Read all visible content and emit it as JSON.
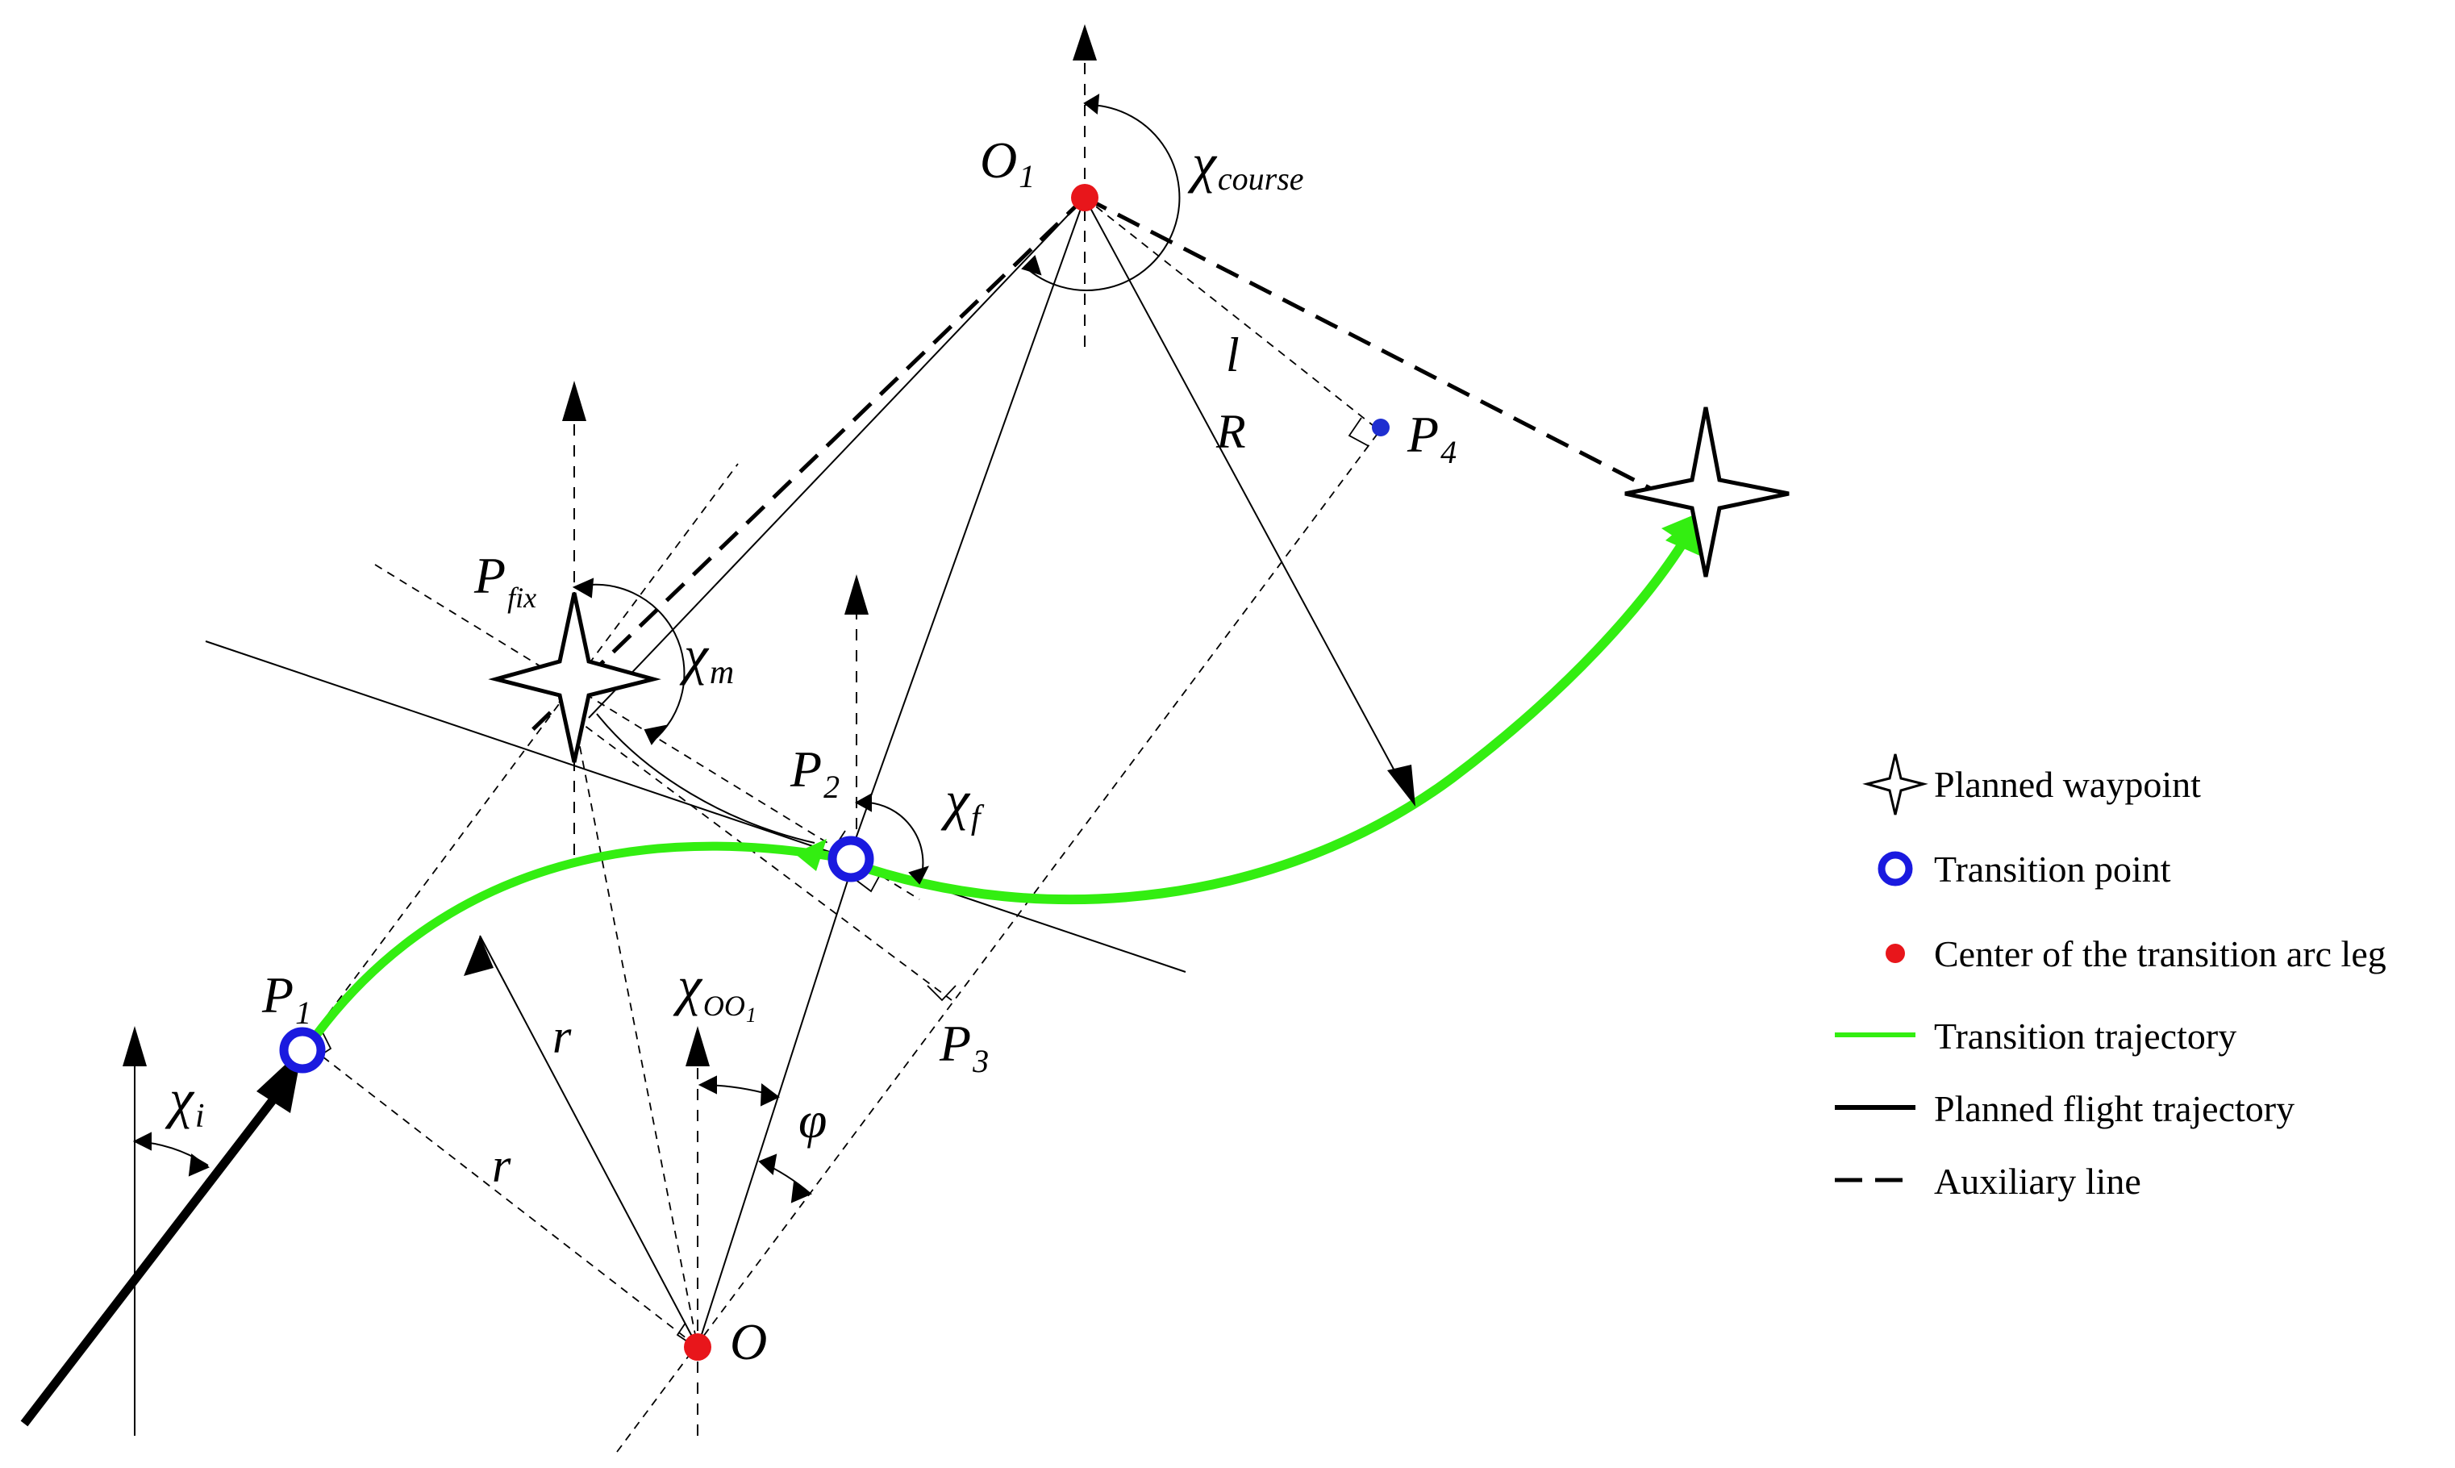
{
  "labels": {
    "O1": "O",
    "O1_sub": "1",
    "chi_course": "χ",
    "chi_course_sub": "course",
    "l": "l",
    "R": "R",
    "P4": "P",
    "P4_sub": "4",
    "Pfix": "P",
    "Pfix_sub": "fix",
    "chi_m": "χ",
    "chi_m_sub": "m",
    "P2": "P",
    "P2_sub": "2",
    "chi_f": "χ",
    "chi_f_sub": "f",
    "P1": "P",
    "P1_sub": "1",
    "r_arc": "r",
    "r_dash": "r",
    "chi_OO1": "χ",
    "chi_OO1_sub": "OO",
    "chi_OO1_subsub": "1",
    "P3": "P",
    "P3_sub": "3",
    "phi": "φ",
    "chi_i": "χ",
    "chi_i_sub": "i",
    "O": "O"
  },
  "legend": {
    "planned_waypoint": "Planned waypoint",
    "transition_point": "Transition point",
    "arc_center": "Center of the transition arc leg",
    "transition_trajectory": "Transition trajectory",
    "planned_flight_trajectory": "Planned flight trajectory",
    "auxiliary_line": "Auxiliary line"
  },
  "colors": {
    "transition_trajectory": "#33ee11",
    "transition_point": "#1a1adf",
    "center_point": "#e8161b",
    "p4_point": "#1f2fd0",
    "ink": "#000000"
  }
}
